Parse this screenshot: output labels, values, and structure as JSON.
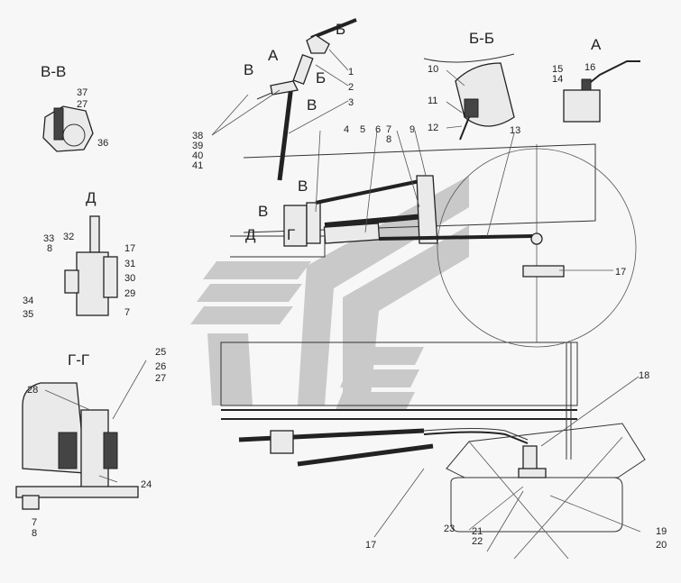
{
  "title": "Steering control diagram",
  "sections": {
    "vv": "В-В",
    "d": "Д",
    "gg": "Г-Г",
    "bb": "Б-Б",
    "a": "А"
  },
  "markers": {
    "a_top": "А",
    "b_top": "Б",
    "v1": "В",
    "b_side": "Б",
    "v2": "В",
    "v3": "В",
    "v4": "В",
    "d_arrow": "Д",
    "g_cut": "Г"
  },
  "labels": {
    "l1": "1",
    "l2": "2",
    "l3": "3",
    "l4": "4",
    "l5": "5",
    "l6": "6",
    "l7": "7",
    "l8": "8",
    "l9": "9",
    "l10": "10",
    "l11": "11",
    "l12": "12",
    "l13": "13",
    "l14": "14",
    "l15": "15",
    "l16": "16",
    "l17a": "17",
    "l17b": "17",
    "l17c": "17",
    "l18": "18",
    "l19": "19",
    "l20": "20",
    "l21": "21",
    "l22": "22",
    "l23": "23",
    "l24": "24",
    "l25": "25",
    "l26": "26",
    "l27a": "27",
    "l27b": "27",
    "l28": "28",
    "l29": "29",
    "l30": "30",
    "l31": "31",
    "l32": "32",
    "l33": "33",
    "l8b": "8",
    "l34": "34",
    "l35": "35",
    "l7b": "7",
    "l7c": "7",
    "l8c": "8",
    "l36": "36",
    "l37": "37",
    "l38": "38",
    "l39": "39",
    "l40": "40",
    "l41": "41"
  }
}
